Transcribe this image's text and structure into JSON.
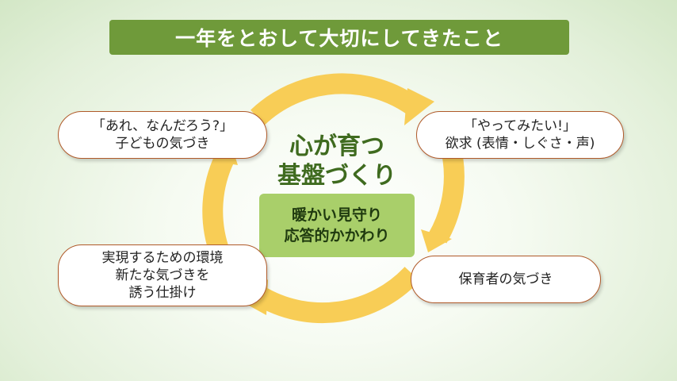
{
  "title": "一年をとおして大切にしてきたこと",
  "center": {
    "title_line1": "心が育つ",
    "title_line2": "基盤づくり",
    "box_line1": "暖かい見守り",
    "box_line2": "応答的かかわり"
  },
  "steps": [
    {
      "line1": "「あれ、なんだろう?」",
      "line2": "子どもの気づき"
    },
    {
      "line1": "「やってみたい!」",
      "line2": "欲求 (表情・しぐさ・声)"
    },
    {
      "line1": "保育者の気づき"
    },
    {
      "line1": "実現するための環境",
      "line2": "新たな気づきを",
      "line3": "誘う仕掛け"
    }
  ],
  "colors": {
    "banner": "#6f9a3a",
    "cycle_arrow": "#f8cd56",
    "center_box": "#a9cf6a",
    "center_title": "#3f6b1f",
    "pill_border": "#b05a2a"
  }
}
